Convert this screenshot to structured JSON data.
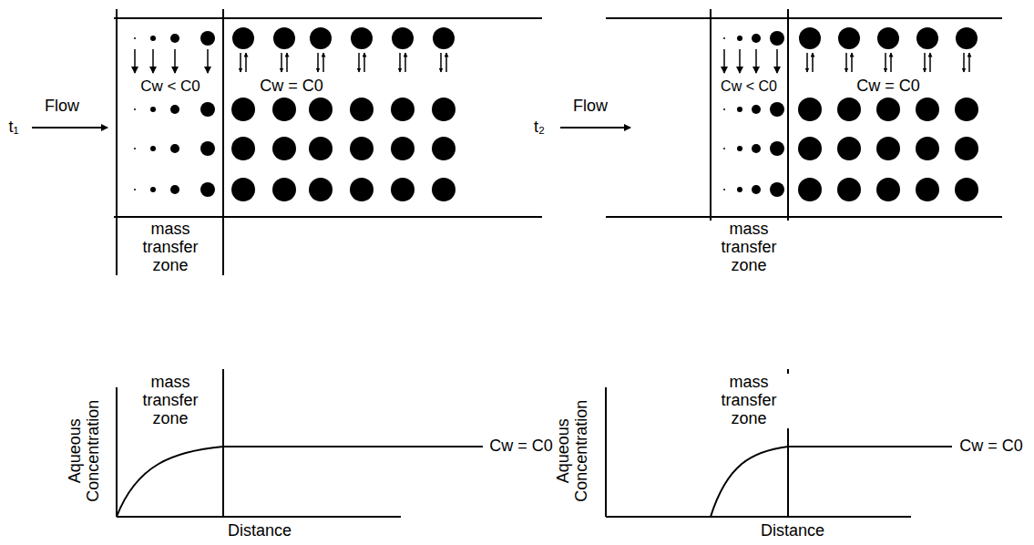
{
  "diagram": {
    "labels": [
      "t₁",
      "Flow",
      "Cw < C0",
      "Cw = C0",
      "mass transfer zone",
      "Aqueous Concentration",
      "Distance",
      "mass transfer zone",
      "Cw = C0",
      "t₂",
      "Flow",
      "Cw < C0",
      "Cw = C0",
      "mass transfer zone",
      "Aqueous Concentration",
      "Distance",
      "mass transfer zone",
      "Cw = C0"
    ]
  }
}
